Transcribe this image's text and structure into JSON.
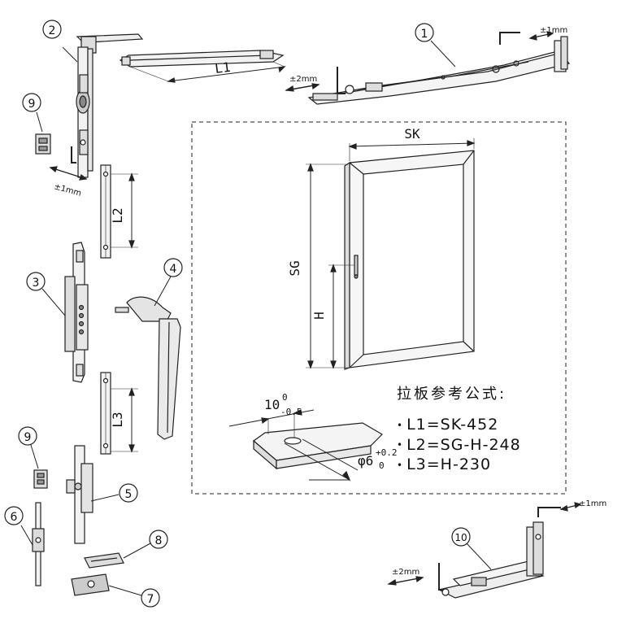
{
  "callouts": [
    "1",
    "2",
    "3",
    "4",
    "5",
    "6",
    "7",
    "8",
    "9",
    "9",
    "10"
  ],
  "dimensions": {
    "l1": "L1",
    "l2": "L2",
    "l3": "L3",
    "sk": "SK",
    "sg": "SG",
    "h": "H",
    "slot_width": "10",
    "slot_width_upper": "0",
    "slot_width_lower": "-0.5",
    "hole_diameter": "φ6",
    "hole_upper": "+0.2",
    "hole_lower": "0"
  },
  "adjustments": {
    "stay_top_1mm": "±1mm",
    "stay_top_2mm": "±2mm",
    "corner_1mm": "±1mm",
    "bottom_1mm": "±1mm",
    "bottom_2mm": "±2mm"
  },
  "formulas": {
    "title": "拉板参考公式:",
    "l1": "L1=SK-452",
    "l2": "L2=SG-H-248",
    "l3": "L3=H-230"
  }
}
